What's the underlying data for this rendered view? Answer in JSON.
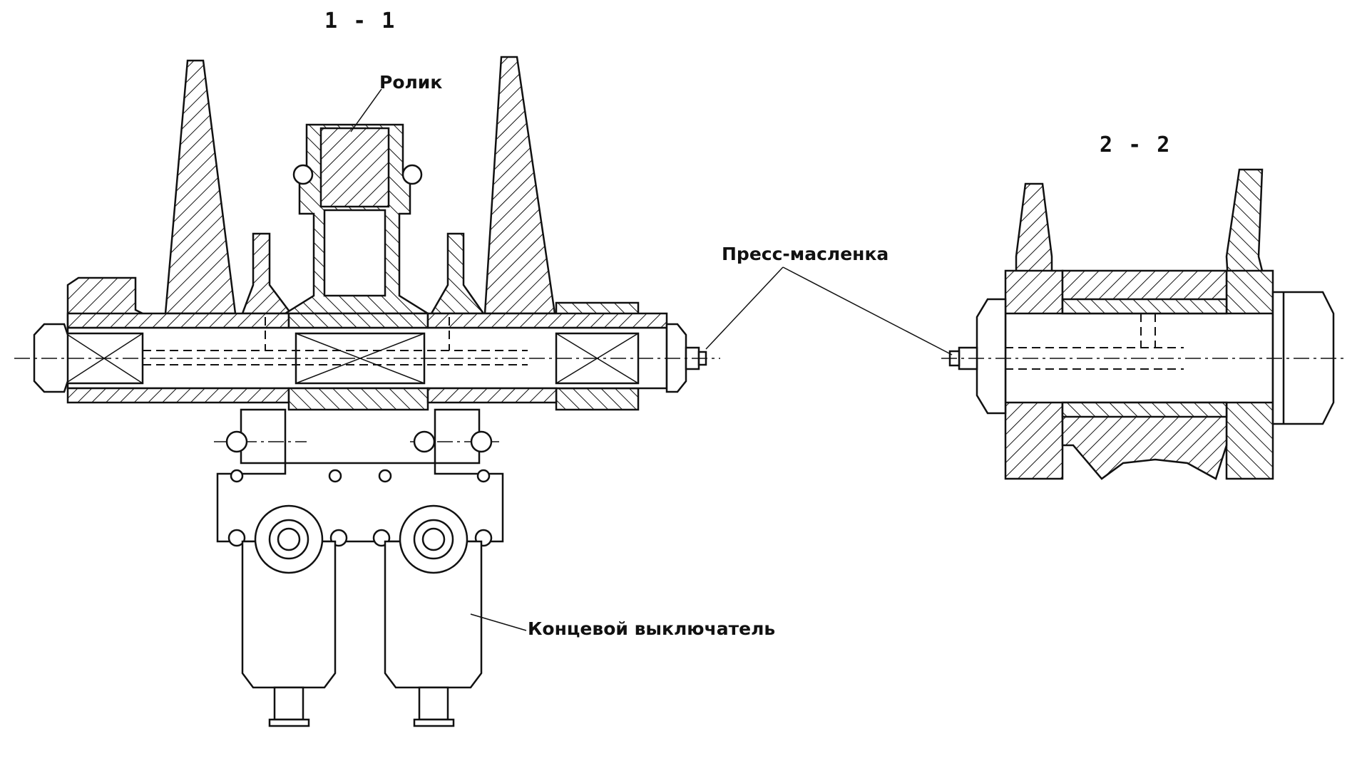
{
  "sections": {
    "left_title": "1 - 1",
    "right_title": "2 - 2"
  },
  "callouts": {
    "roller": "Ролик",
    "grease_nipple": "Пресс-масленка",
    "limit_switch": "Концевой выключатель"
  },
  "colors": {
    "ink": "#111111",
    "paper": "#ffffff"
  }
}
